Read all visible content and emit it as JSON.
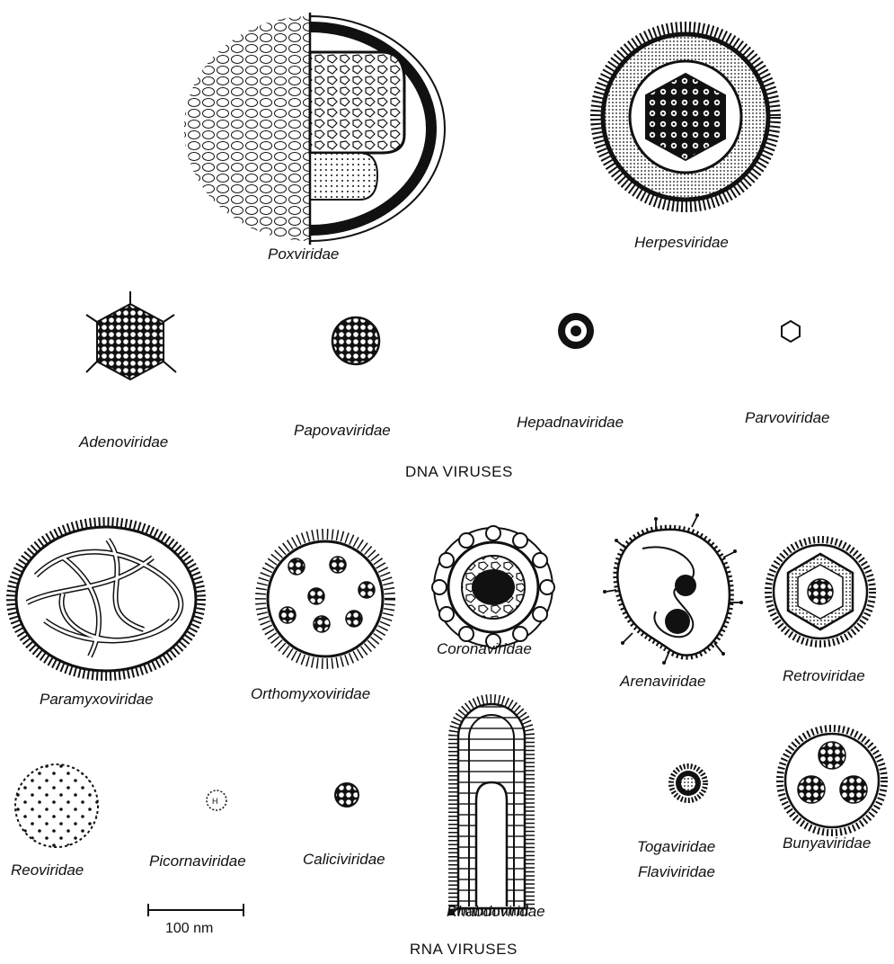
{
  "dna_section": {
    "title": "DNA VIRUSES",
    "families": [
      "Poxviridae",
      "Herpesviridae",
      "Adenoviridae",
      "Papovaviridae",
      "Hepadnaviridae",
      "Parvoviridae"
    ]
  },
  "rna_section": {
    "title": "RNA VIRUSES",
    "families": [
      "Paramyxoviridae",
      "Orthomyxoviridae",
      "Coronaviridae",
      "Arenaviridae",
      "Retroviridae",
      "Reoviridae",
      "Picornaviridae",
      "Caliciviridae",
      "Rhabdoviridae",
      "Togaviridae",
      "Flaviviridae",
      "Bunyaviridae"
    ]
  },
  "scale_bar": {
    "label": "100 nm"
  },
  "colors": {
    "ink": "#111111",
    "paper": "#ffffff"
  }
}
